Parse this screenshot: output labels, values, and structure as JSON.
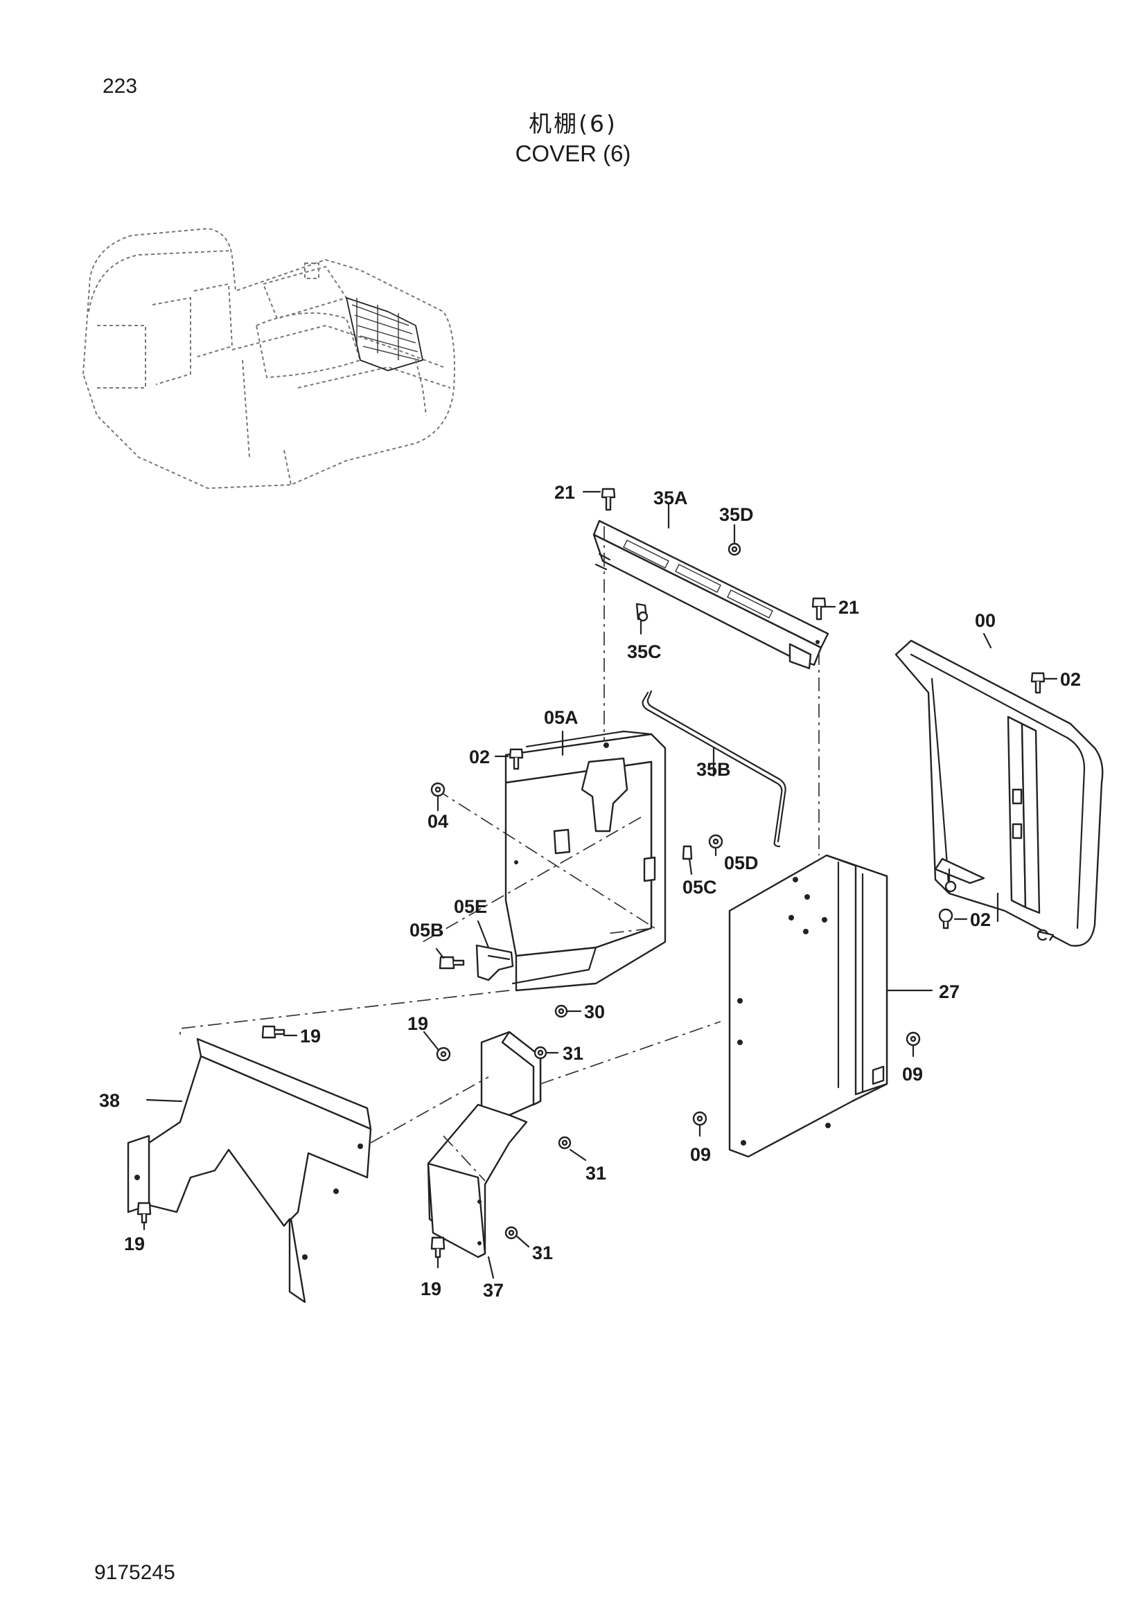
{
  "page_number": "223",
  "title_cn": "机棚(6)",
  "title_en": "COVER (6)",
  "doc_number": "9175245",
  "callouts": [
    "21",
    "35A",
    "35D",
    "21",
    "35C",
    "00",
    "02",
    "05A",
    "02",
    "35B",
    "04",
    "05D",
    "05C",
    "05E",
    "05B",
    "02",
    "27",
    "30",
    "19",
    "19",
    "31",
    "38",
    "09",
    "09",
    "31",
    "19",
    "31",
    "19",
    "37"
  ]
}
